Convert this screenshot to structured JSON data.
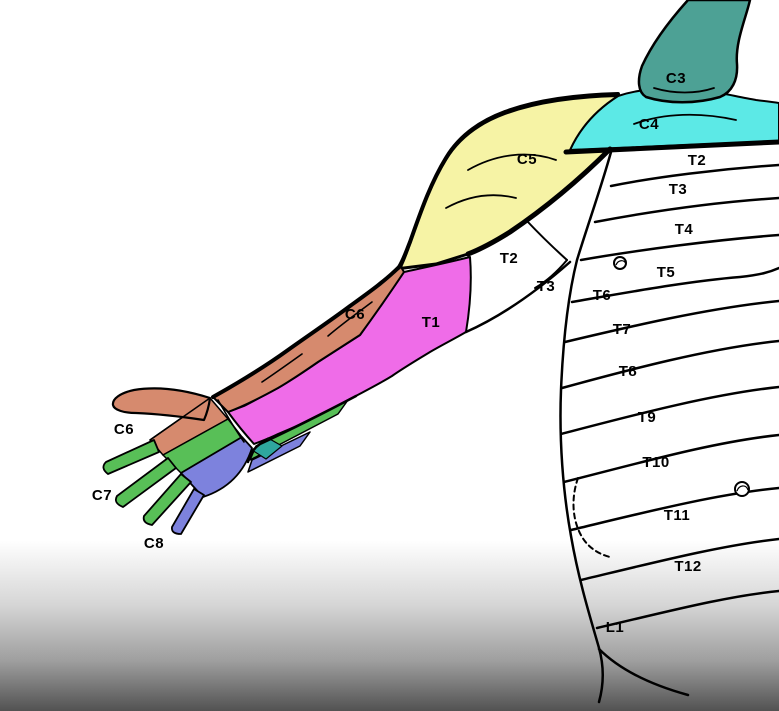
{
  "figure": {
    "kind": "dermatome-map",
    "description": "Dermatome diagram of the upper limb and trunk"
  },
  "colors": {
    "background": "#ffffff",
    "outline": "#000000",
    "c3": "#4da195",
    "c4": "#5ce9e6",
    "c5": "#f6f3a5",
    "c6": "#d68a6e",
    "c7": "#58bf57",
    "c8": "#7d82dd",
    "t1": "#ef6ce8",
    "wrist_teal": "#2fa79e",
    "gradient_mid": "#9e9e9e",
    "gradient_bottom": "#525252"
  },
  "labels": {
    "c3": "C3",
    "c4": "C4",
    "c5": "C5",
    "c6_arm": "C6",
    "t1": "T1",
    "t2_arm": "T2",
    "t3_arm": "T3",
    "c6_hand": "C6",
    "c7": "C7",
    "c8": "C8",
    "trunk": [
      "T2",
      "T3",
      "T4",
      "T5",
      "T6",
      "T7",
      "T8",
      "T9",
      "T10",
      "T11",
      "T12",
      "L1"
    ]
  }
}
